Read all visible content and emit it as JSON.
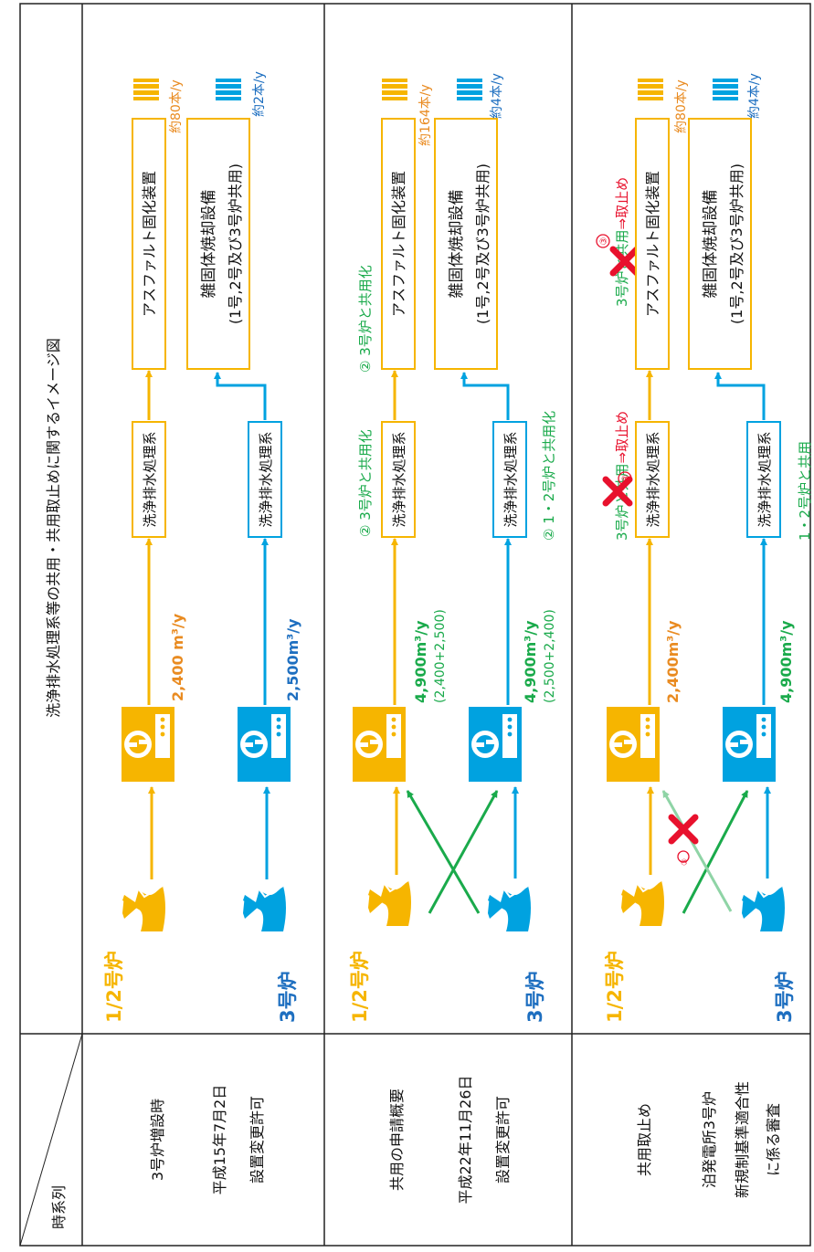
{
  "header": {
    "corner_label": "時系列",
    "diagram_title": "洗浄排水処理系等の共用・共用取止めに関するイメージ図"
  },
  "periods": [
    {
      "name": "3号炉増設時",
      "date": "平成15年7月2日",
      "permit": "設置変更許可"
    },
    {
      "name": "共用の申請概要",
      "date": "平成22年11月26日",
      "permit": "設置変更許可"
    },
    {
      "name": "共用取止め",
      "line1": "泊発電所3号炉",
      "line2": "新規制基準適合性",
      "line3": "に係る審査"
    }
  ],
  "labels": {
    "unit12": "1/2号炉",
    "unit3": "3号炉",
    "wash_system": "洗浄排水処理系",
    "asphalt": "アスファルト固化装置",
    "incinerator": "雑固体焼却設備",
    "incinerator_note": "(1号,2号及び3号炉共用)"
  },
  "section1": {
    "flow_top": "2,400 m³/y",
    "flow_bottom": "2,500m³/y",
    "drums_top": "約80本/y",
    "drums_bottom": "約2本/y"
  },
  "section2": {
    "flow_top": "4,900m³/y",
    "flow_top_detail": "(2,400+2,500)",
    "flow_bottom": "4,900m³/y",
    "flow_bottom_detail": "(2,500+2,400)",
    "note_wash_top": "② 3号炉と共用化",
    "note_wash_bottom": "② 1・2号炉と共用化",
    "note_asphalt": "② 3号炉と共用化",
    "drums_top": "約164本/y",
    "drums_bottom": "約4本/y"
  },
  "section3": {
    "flow_top": "2,400m³/y",
    "flow_bottom": "4,900m³/y",
    "note_wash_top_a": "3号炉と共用",
    "note_wash_top_b": "⇒取止め",
    "note_wash_bottom": "1・2号炉と共用",
    "note_asphalt_a": "3号炉と共用",
    "note_asphalt_b": "⇒取止め",
    "circle": "③",
    "drums_top": "約80本/y",
    "drums_bottom": "約4本/y"
  },
  "colors": {
    "unit12": "#F6B500",
    "unit3": "#00A2E0",
    "share": "#1AAA4B",
    "cancel": "#E8112D",
    "flow_orange": "#E98B21",
    "flow_blue": "#1E6FC0"
  },
  "icons": [
    "garment-icon",
    "washing-machine-icon",
    "drum-icon",
    "cross-mark-icon",
    "arrow-icon"
  ]
}
